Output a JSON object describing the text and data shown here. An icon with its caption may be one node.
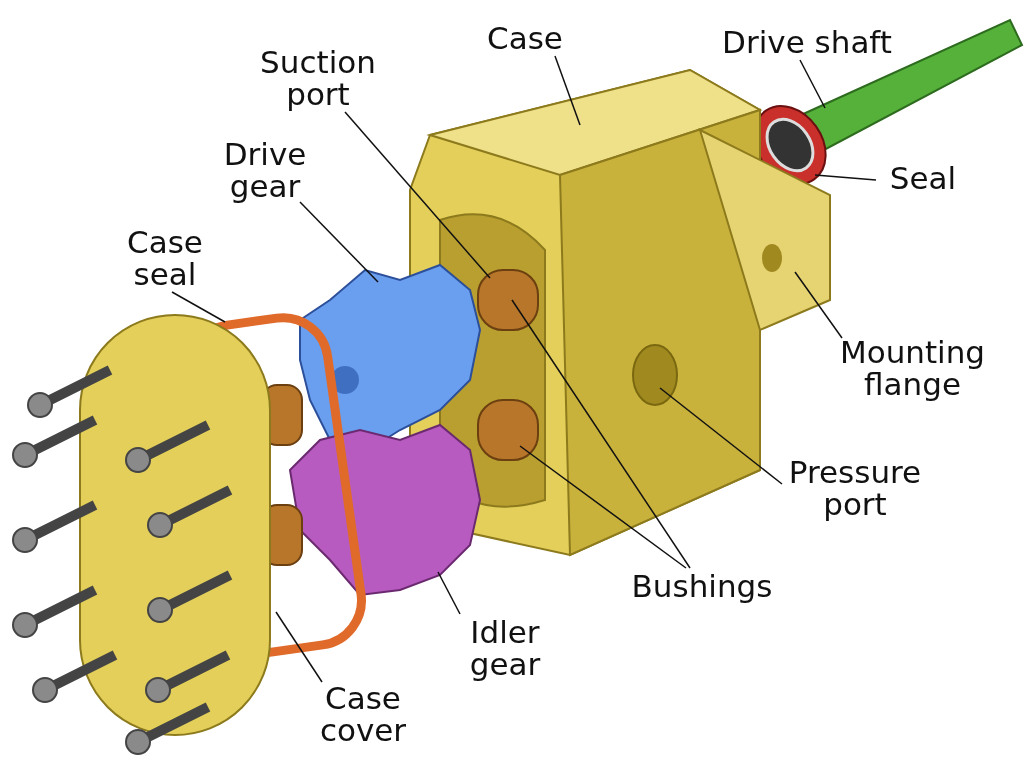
{
  "diagram": {
    "nodes": [
      {
        "text": [
          "Case"
        ]
      },
      {
        "text": [
          "Drive shaft"
        ]
      },
      {
        "text": [
          "Suction port"
        ]
      },
      {
        "text": [
          "Drive gear"
        ]
      },
      {
        "text": [
          "Seal"
        ]
      },
      {
        "text": [
          "Case seal"
        ]
      },
      {
        "text": [
          "Mounting flange"
        ]
      },
      {
        "text": [
          "Pressure port"
        ]
      },
      {
        "text": [
          "Bushings"
        ]
      },
      {
        "text": [
          "Idler gear"
        ]
      },
      {
        "text": [
          "Case cover"
        ]
      }
    ],
    "edges": [
      {
        "from": 0,
        "to": null,
        "arrow": "none"
      },
      {
        "from": 1,
        "to": null,
        "arrow": "none"
      },
      {
        "from": 2,
        "to": null,
        "arrow": "none"
      },
      {
        "from": 3,
        "to": null,
        "arrow": "none"
      },
      {
        "from": 4,
        "to": null,
        "arrow": "none"
      },
      {
        "from": 5,
        "to": null,
        "arrow": "none"
      },
      {
        "from": 6,
        "to": null,
        "arrow": "none"
      },
      {
        "from": 7,
        "to": null,
        "arrow": "none"
      },
      {
        "from": 8,
        "to": null,
        "arrow": "none"
      },
      {
        "from": 8,
        "to": null,
        "arrow": "none"
      },
      {
        "from": 9,
        "to": null,
        "arrow": "none"
      },
      {
        "from": 10,
        "to": null,
        "arrow": "none"
      }
    ]
  }
}
